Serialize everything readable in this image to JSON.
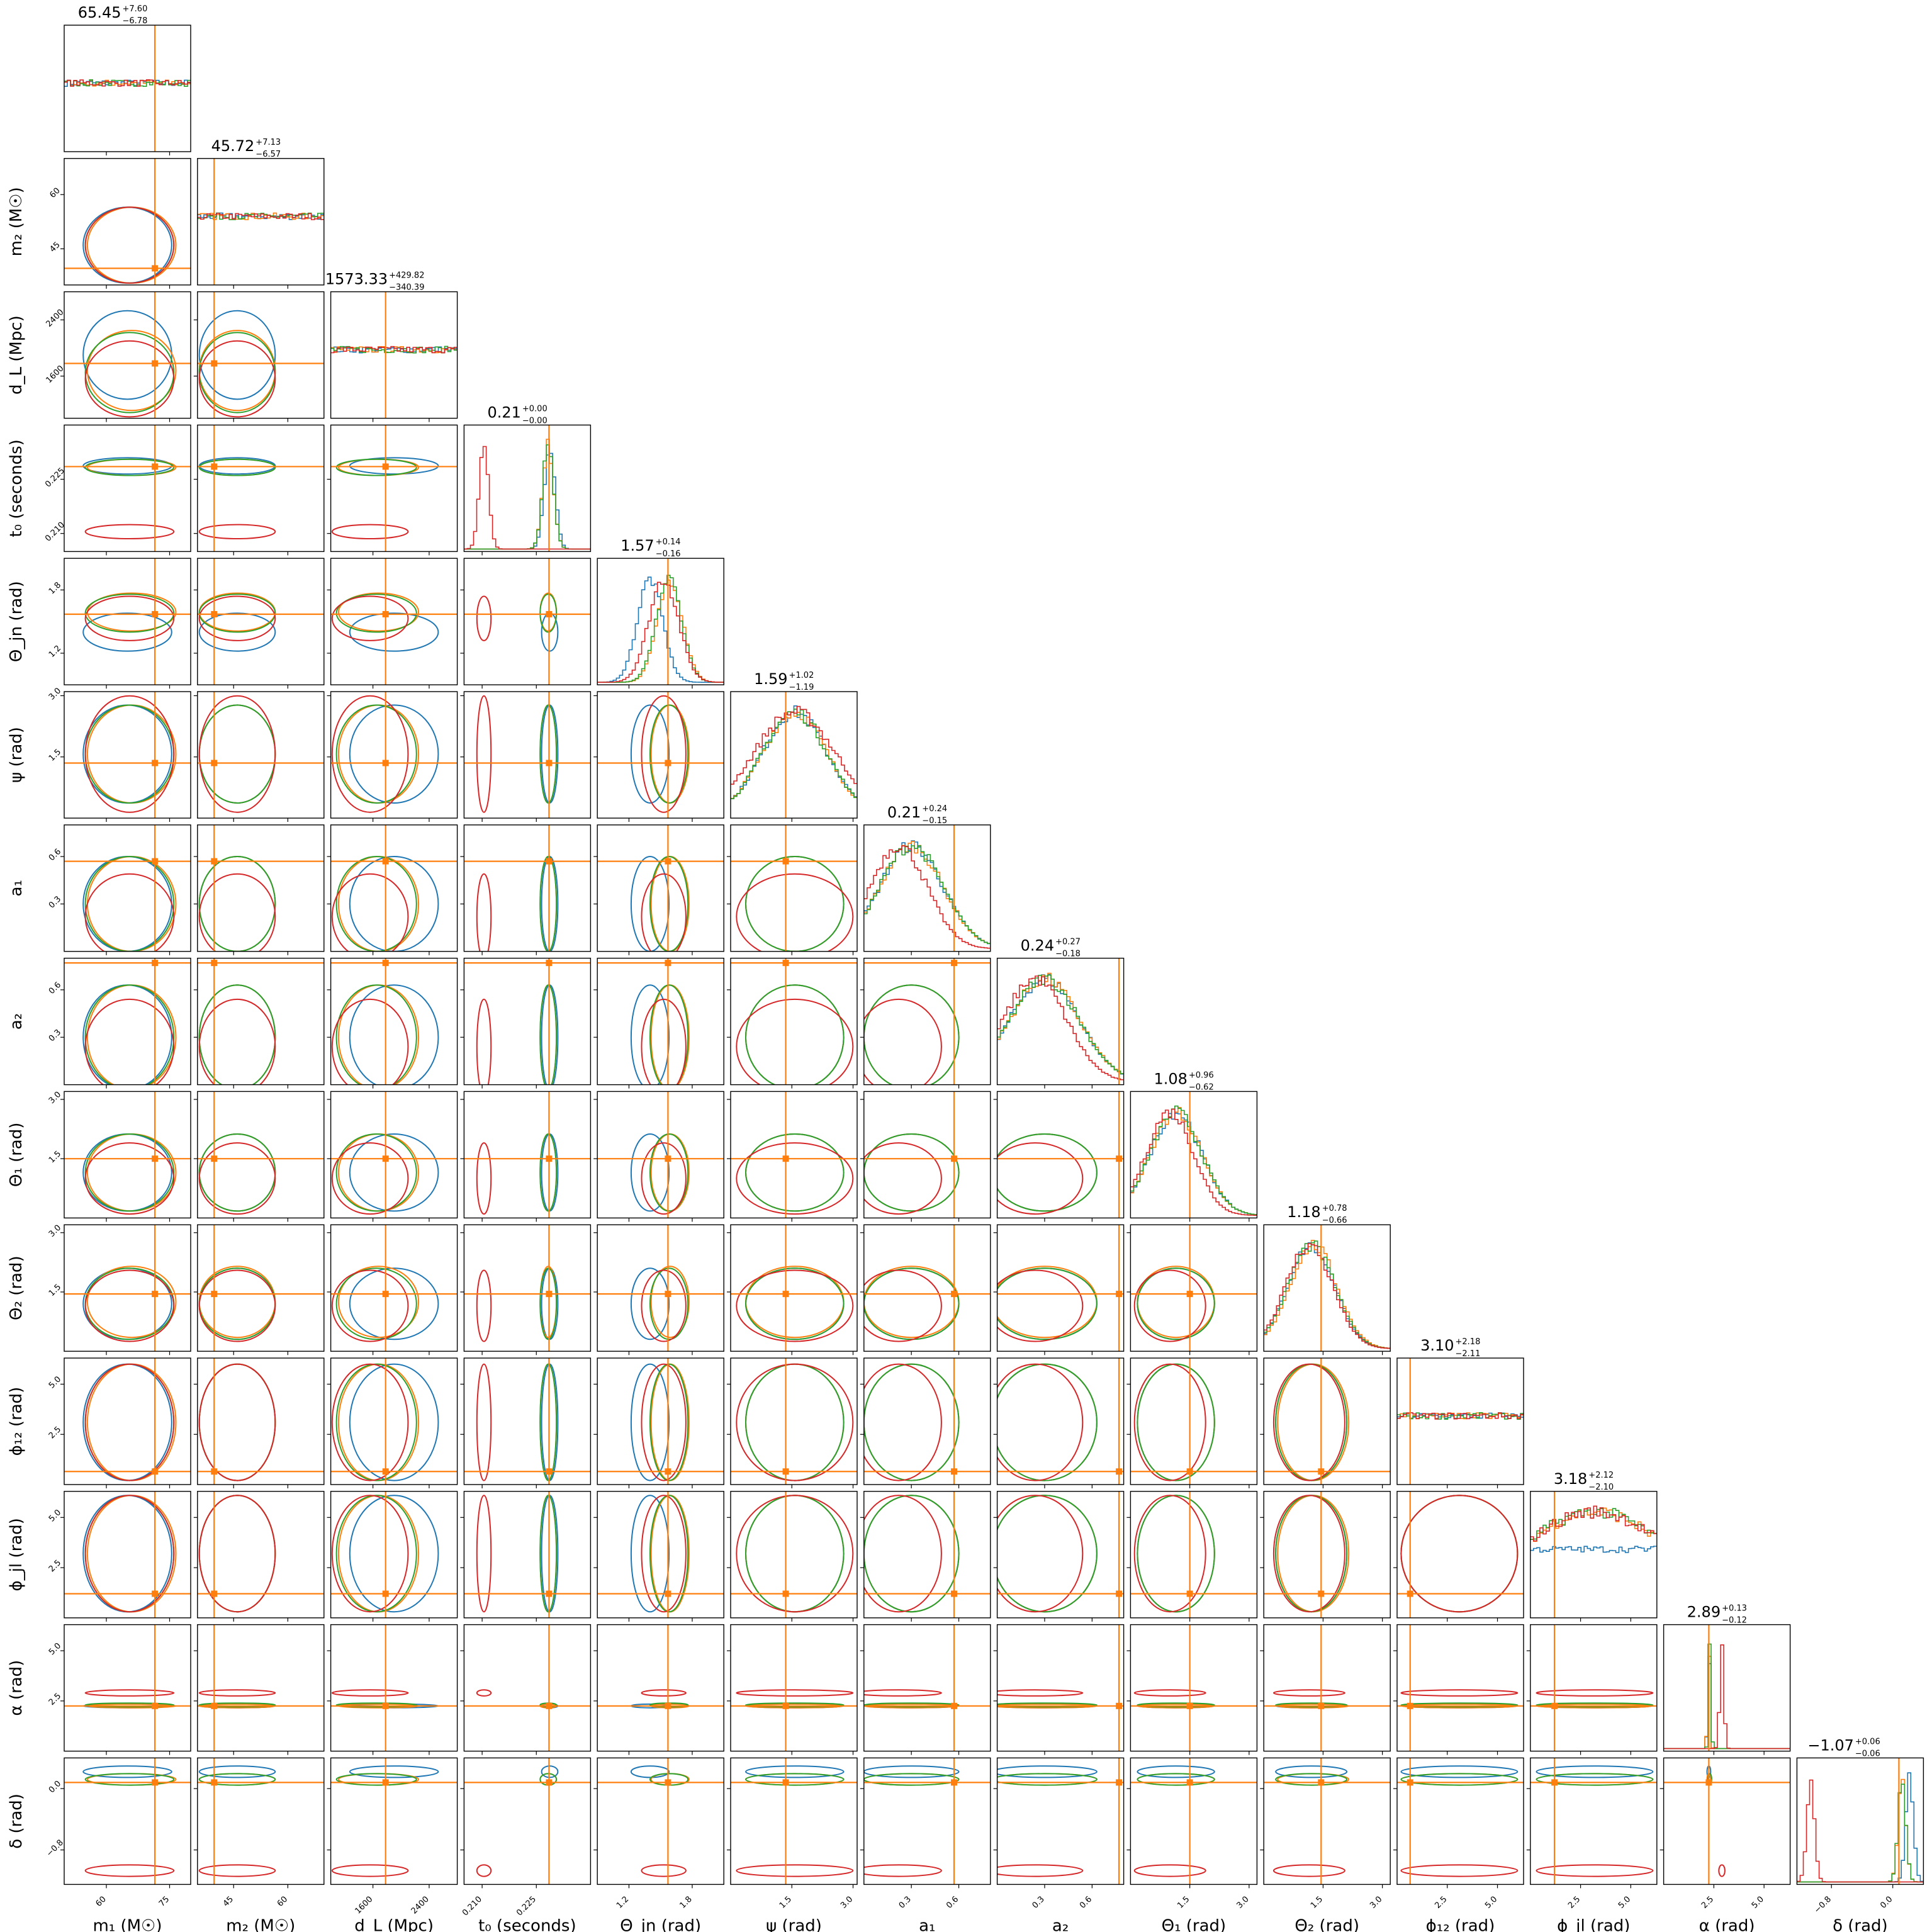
{
  "chart_data": {
    "type": "corner",
    "series_colors": [
      "#1f77b4",
      "#ff7f0e",
      "#2ca02c",
      "#d62728"
    ],
    "truth_color": "#ff7f0e",
    "parameters": [
      {
        "key": "m1",
        "label": "m₁ (M☉)",
        "title": "65.45",
        "plus": "+7.60",
        "minus": "−6.78",
        "range": [
          50,
          80
        ],
        "ticks": [
          {
            "v": 60,
            "t": "60"
          },
          {
            "v": 75,
            "t": "75"
          }
        ],
        "truth": 71.5,
        "centers": [
          65,
          66,
          65.5,
          65.5
        ],
        "widths": [
          7,
          7,
          7,
          7
        ]
      },
      {
        "key": "m2",
        "label": "m₂ (M☉)",
        "title": "45.72",
        "plus": "+7.13",
        "minus": "−6.57",
        "range": [
          35,
          70
        ],
        "ticks": [
          {
            "v": 45,
            "t": "45"
          },
          {
            "v": 60,
            "t": "60"
          }
        ],
        "truth": 39.6,
        "centers": [
          46,
          46,
          46,
          46
        ],
        "widths": [
          7,
          7,
          7,
          7
        ]
      },
      {
        "key": "dL",
        "label": "d_L (Mpc)",
        "title": "1573.33",
        "plus": "+429.82",
        "minus": "−340.39",
        "range": [
          1000,
          2800
        ],
        "ticks": [
          {
            "v": 1600,
            "t": "1600"
          },
          {
            "v": 2400,
            "t": "2400"
          }
        ],
        "truth": 1780,
        "centers": [
          1900,
          1680,
          1650,
          1560
        ],
        "widths": [
          420,
          380,
          380,
          360
        ]
      },
      {
        "key": "t0",
        "label": "t₀ (seconds)",
        "title": "0.21",
        "plus": "+0.00",
        "minus": "−0.00",
        "range": [
          0.205,
          0.24
        ],
        "ticks": [
          {
            "v": 0.21,
            "t": "0.210"
          },
          {
            "v": 0.225,
            "t": "0.225"
          }
        ],
        "truth": 0.2285,
        "centers": [
          0.2287,
          0.2283,
          0.2283,
          0.2105
        ],
        "widths": [
          0.0015,
          0.0015,
          0.0015,
          0.0013
        ]
      },
      {
        "key": "theta_jn",
        "label": "Θ_jn (rad)",
        "title": "1.57",
        "plus": "+0.14",
        "minus": "−0.16",
        "range": [
          0.9,
          2.1
        ],
        "ticks": [
          {
            "v": 1.2,
            "t": "1.2"
          },
          {
            "v": 1.8,
            "t": "1.8"
          }
        ],
        "truth": 1.57,
        "centers": [
          1.4,
          1.59,
          1.58,
          1.53
        ],
        "widths": [
          0.12,
          0.12,
          0.12,
          0.14
        ]
      },
      {
        "key": "psi",
        "label": "ψ (rad)",
        "title": "1.59",
        "plus": "+1.02",
        "minus": "−1.19",
        "range": [
          0,
          3.1
        ],
        "ticks": [
          {
            "v": 1.5,
            "t": "1.5"
          },
          {
            "v": 3.0,
            "t": "3.0"
          }
        ],
        "truth": 1.35,
        "centers": [
          1.57,
          1.57,
          1.57,
          1.57
        ],
        "widths": [
          0.8,
          0.8,
          0.8,
          1.0
        ]
      },
      {
        "key": "a1",
        "label": "a₁",
        "title": "0.21",
        "plus": "+0.24",
        "minus": "−0.15",
        "range": [
          0,
          0.8
        ],
        "ticks": [
          {
            "v": 0.3,
            "t": "0.3"
          },
          {
            "v": 0.6,
            "t": "0.6"
          }
        ],
        "truth": 0.57,
        "centers": [
          0.3,
          0.3,
          0.3,
          0.22
        ],
        "widths": [
          0.2,
          0.2,
          0.2,
          0.18
        ]
      },
      {
        "key": "a2",
        "label": "a₂",
        "title": "0.24",
        "plus": "+0.27",
        "minus": "−0.18",
        "range": [
          0,
          0.8
        ],
        "ticks": [
          {
            "v": 0.3,
            "t": "0.3"
          },
          {
            "v": 0.6,
            "t": "0.6"
          }
        ],
        "truth": 0.77,
        "centers": [
          0.3,
          0.3,
          0.3,
          0.24
        ],
        "widths": [
          0.22,
          0.22,
          0.22,
          0.2
        ]
      },
      {
        "key": "theta1",
        "label": "Θ₁ (rad)",
        "title": "1.08",
        "plus": "+0.96",
        "minus": "−0.62",
        "range": [
          0,
          3.2
        ],
        "ticks": [
          {
            "v": 1.5,
            "t": "1.5"
          },
          {
            "v": 3.0,
            "t": "3.0"
          }
        ],
        "truth": 1.5,
        "centers": [
          1.15,
          1.15,
          1.15,
          1.0
        ],
        "widths": [
          0.65,
          0.65,
          0.65,
          0.6
        ]
      },
      {
        "key": "theta2",
        "label": "Θ₂ (rad)",
        "title": "1.18",
        "plus": "+0.78",
        "minus": "−0.66",
        "range": [
          0,
          3.2
        ],
        "ticks": [
          {
            "v": 1.5,
            "t": "1.5"
          },
          {
            "v": 3.0,
            "t": "3.0"
          }
        ],
        "truth": 1.45,
        "centers": [
          1.2,
          1.25,
          1.2,
          1.15
        ],
        "widths": [
          0.6,
          0.6,
          0.6,
          0.6
        ]
      },
      {
        "key": "phi12",
        "label": "ϕ₁₂ (rad)",
        "title": "3.10",
        "plus": "+2.18",
        "minus": "−2.11",
        "range": [
          0,
          6.3
        ],
        "ticks": [
          {
            "v": 2.5,
            "t": "2.5"
          },
          {
            "v": 5.0,
            "t": "5.0"
          }
        ],
        "truth": 0.65,
        "centers": [
          3.1,
          3.1,
          3.1,
          3.1
        ],
        "widths": [
          9,
          9,
          9,
          9
        ]
      },
      {
        "key": "phijl",
        "label": "ϕ_jl (rad)",
        "title": "3.18",
        "plus": "+2.12",
        "minus": "−2.10",
        "range": [
          0,
          6.3
        ],
        "ticks": [
          {
            "v": 2.5,
            "t": "2.5"
          },
          {
            "v": 5.0,
            "t": "5.0"
          }
        ],
        "truth": 1.2,
        "centers": [
          3.2,
          3.2,
          3.2,
          3.2
        ],
        "widths": [
          6,
          4,
          4,
          4
        ]
      },
      {
        "key": "alpha",
        "label": "α (rad)",
        "title": "2.89",
        "plus": "+0.13",
        "minus": "−0.12",
        "range": [
          0,
          6.3
        ],
        "ticks": [
          {
            "v": 2.5,
            "t": "2.5"
          },
          {
            "v": 5.0,
            "t": "5.0"
          }
        ],
        "truth": 2.25,
        "centers": [
          2.25,
          2.25,
          2.3,
          2.9
        ],
        "widths": [
          0.06,
          0.06,
          0.06,
          0.1
        ]
      },
      {
        "key": "delta",
        "label": "δ (rad)",
        "title": "−1.07",
        "plus": "+0.06",
        "minus": "−0.06",
        "range": [
          -1.25,
          0.4
        ],
        "ticks": [
          {
            "v": -0.8,
            "t": "−0.8"
          },
          {
            "v": 0.0,
            "t": "0.0"
          }
        ],
        "truth": 0.08,
        "centers": [
          0.22,
          0.12,
          0.12,
          -1.07
        ],
        "widths": [
          0.05,
          0.05,
          0.05,
          0.05
        ]
      }
    ]
  }
}
